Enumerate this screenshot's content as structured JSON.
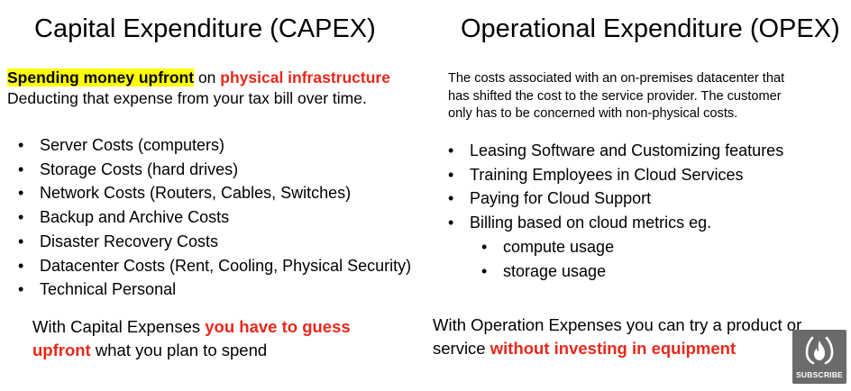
{
  "capex": {
    "title": "Capital Expenditure (CAPEX)",
    "intro": {
      "highlight": "Spending money upfront",
      "connector": " on ",
      "emphasis": "physical infrastructure",
      "line2": "Deducting that expense from your tax bill over time."
    },
    "items": [
      "Server Costs (computers)",
      "Storage Costs (hard drives)",
      "Network Costs (Routers, Cables, Switches)",
      "Backup and Archive Costs",
      "Disaster Recovery Costs",
      "Datacenter Costs (Rent, Cooling, Physical Security)",
      "Technical Personal"
    ],
    "footer": {
      "lead": "With Capital Expenses ",
      "emphasis_line1": "you have to guess",
      "emphasis_line2": "upfront",
      "trail": " what you plan to spend"
    }
  },
  "opex": {
    "title": "Operational Expenditure (OPEX)",
    "intro_lines": [
      "The costs associated with an on-premises datacenter that",
      "has shifted the cost to the service provider. The customer",
      "only has to be concerned with non-physical costs."
    ],
    "items": [
      "Leasing Software and Customizing features",
      "Training Employees in Cloud Services",
      "Paying for Cloud Support",
      "Billing based on cloud metrics eg."
    ],
    "sub_items": [
      "compute usage",
      "storage usage"
    ],
    "footer": {
      "line1": "With Operation Expenses you can try a product or",
      "lead2": "service ",
      "emphasis": "without investing in equipment"
    }
  },
  "subscribe": {
    "label": "SUBSCRIBE",
    "icon": "fire-icon"
  },
  "colors": {
    "highlight": "#ffff00",
    "emphasis": "#e8281c",
    "badge": "#6b6b6b"
  },
  "bullet": "•"
}
